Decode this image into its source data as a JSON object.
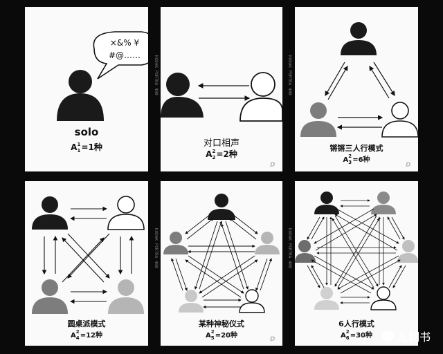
{
  "panels": [
    {
      "label": "solo",
      "formula_base": "A",
      "formula_sup": "1",
      "formula_sub": "1",
      "formula_rest": "=1种",
      "speech": "×&%¥\n#@……"
    },
    {
      "label": "对口相声",
      "formula_base": "A",
      "formula_sup": "2",
      "formula_sub": "2",
      "formula_rest": "=2种"
    },
    {
      "label": "锵锵三人行模式",
      "formula_base": "A",
      "formula_sup": "2",
      "formula_sub": "3",
      "formula_rest": "=6种"
    },
    {
      "label": "圆桌派模式",
      "formula_base": "A",
      "formula_sup": "2",
      "formula_sub": "4",
      "formula_rest": "=12种"
    },
    {
      "label": "某种神秘仪式",
      "formula_base": "A",
      "formula_sup": "2",
      "formula_sub": "5",
      "formula_rest": "=20种"
    },
    {
      "label": "6人行模式",
      "formula_base": "A",
      "formula_sup": "2",
      "formula_sub": "6",
      "formula_rest": "=30种"
    }
  ],
  "film_text": "KODAK PORTRA 400",
  "watermark_text": "乱翻书",
  "colors": {
    "dark": "#1a1a1a",
    "mid": "#7d7d7d",
    "light": "#b5b5b5",
    "outline": "#ffffff"
  }
}
